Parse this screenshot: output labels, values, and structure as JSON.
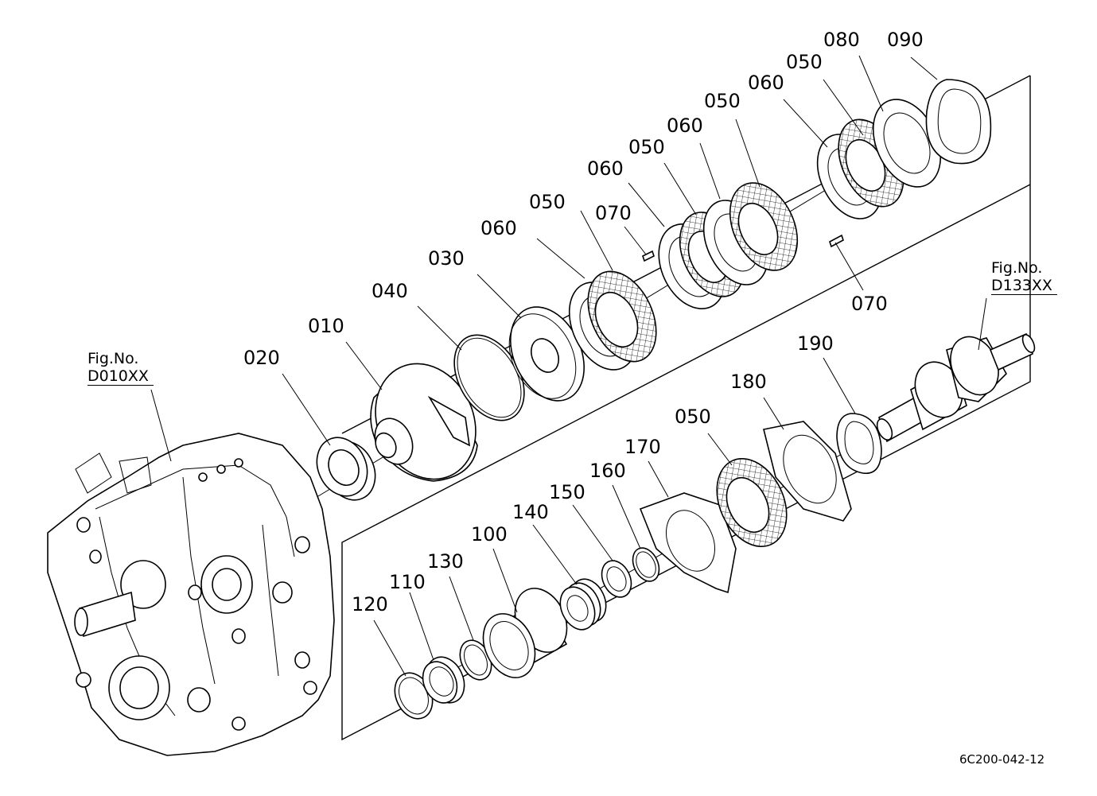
{
  "drawing_id": "6C200-042-12",
  "figure_refs": [
    {
      "fig": "Fig.No.",
      "code": "D010XX"
    },
    {
      "fig": "Fig.No.",
      "code": "D133XX"
    }
  ],
  "labels": {
    "p080": "080",
    "p090": "090",
    "p050a": "050",
    "p060a": "060",
    "p050b": "050",
    "p060b": "060",
    "p050c": "050",
    "p060c": "060",
    "p050d": "050",
    "p060d": "060",
    "p070a": "070",
    "p070b": "070",
    "p030": "030",
    "p040": "040",
    "p010": "010",
    "p020": "020",
    "p190": "190",
    "p180": "180",
    "p050e": "050",
    "p170": "170",
    "p160": "160",
    "p150": "150",
    "p140": "140",
    "p100": "100",
    "p130": "130",
    "p110": "110",
    "p120": "120"
  }
}
